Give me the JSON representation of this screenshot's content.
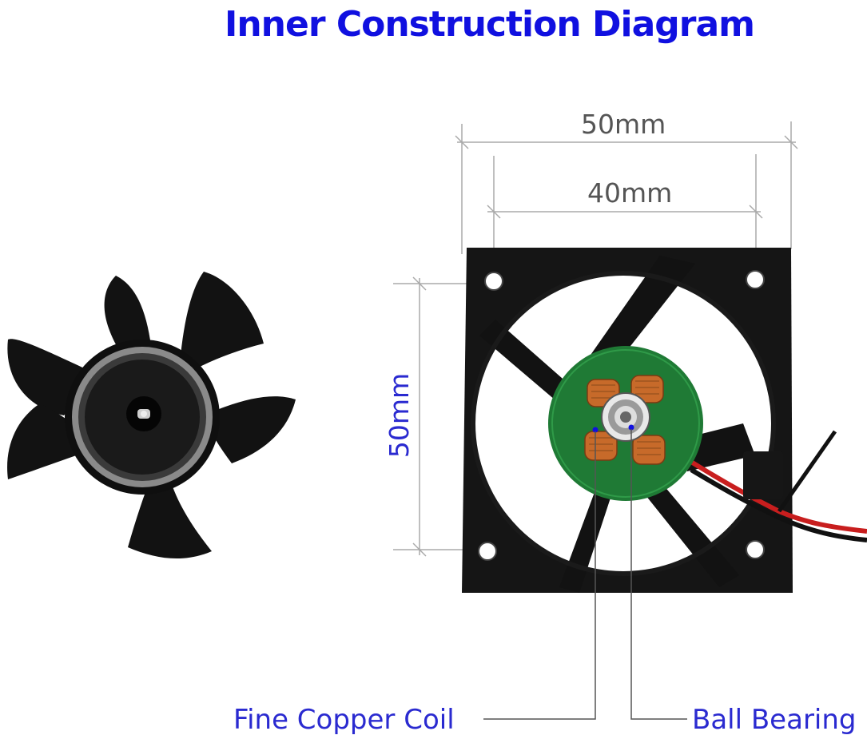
{
  "title": "Inner Construction Diagram",
  "dimensions": {
    "outer_width": "50mm",
    "hole_spacing": "40mm",
    "height": "50mm"
  },
  "callouts": {
    "coil": "Fine Copper Coil",
    "bearing": "Ball Bearing"
  },
  "colors": {
    "title": "#1010e0",
    "callout_text": "#2a2ad0",
    "dimension_text": "#555555",
    "dimension_line": "#aaaaaa",
    "fan_plastic": "#141414",
    "pcb": "#1f7a35",
    "copper": "#c76a2a",
    "marker_dot": "#1010e0"
  },
  "icons": {
    "impeller": "fan-impeller-icon",
    "frame": "fan-frame-icon"
  }
}
